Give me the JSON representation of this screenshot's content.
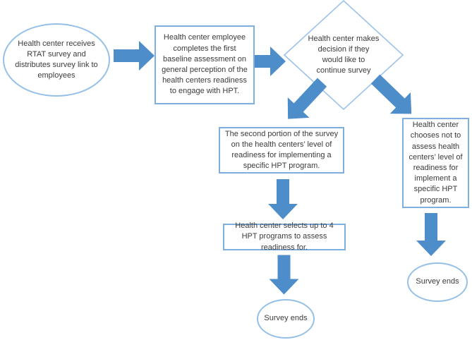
{
  "flowchart": {
    "type": "flowchart",
    "nodes": {
      "start": {
        "shape": "oval",
        "label": "Health center receives RTAT survey and distributes survey link to employees"
      },
      "baseline": {
        "shape": "rectangle",
        "label": "Health center employee completes the first baseline assessment on general perception of the health centers readiness to engage with HPT."
      },
      "decision": {
        "shape": "diamond",
        "label": "Health center makes decision if they would like to continue survey"
      },
      "second_portion": {
        "shape": "rectangle",
        "label": "The second portion of the survey on the health centers’ level of readiness for implementing a specific HPT program."
      },
      "choose_not": {
        "shape": "rectangle",
        "label": "Health center chooses not to assess health centers’ level of readiness for implement a specific HPT program."
      },
      "select_programs": {
        "shape": "rectangle",
        "label": "Health center selects up to 4 HPT programs to assess readiness for."
      },
      "survey_ends_mid": {
        "shape": "oval",
        "label": "Survey ends"
      },
      "survey_ends_right": {
        "shape": "oval",
        "label": "Survey ends"
      }
    },
    "edges": [
      {
        "from": "start",
        "to": "baseline",
        "direction": "right"
      },
      {
        "from": "baseline",
        "to": "decision",
        "direction": "right"
      },
      {
        "from": "decision",
        "to": "second_portion",
        "direction": "down-left"
      },
      {
        "from": "decision",
        "to": "choose_not",
        "direction": "down-right"
      },
      {
        "from": "second_portion",
        "to": "select_programs",
        "direction": "down"
      },
      {
        "from": "select_programs",
        "to": "survey_ends_mid",
        "direction": "down"
      },
      {
        "from": "choose_not",
        "to": "survey_ends_right",
        "direction": "down"
      }
    ],
    "colors": {
      "arrow": "#4d8dc9",
      "rect_border": "#7fafdf",
      "oval_border": "#94c0e8",
      "diamond_border": "#9cc3ea",
      "text": "#3b3b3b",
      "background": "#ffffff"
    }
  }
}
